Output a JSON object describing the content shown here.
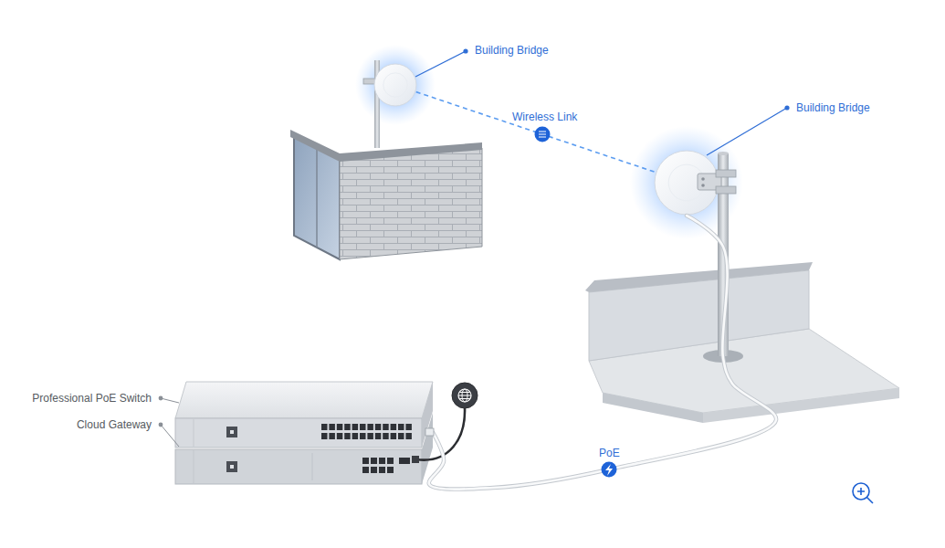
{
  "diagram": {
    "nodes": [
      {
        "text": [
          "Building Bridge"
        ]
      },
      {
        "text": [
          "Building Bridge"
        ]
      },
      {
        "text": [
          "Professional PoE Switch"
        ]
      },
      {
        "text": [
          "Cloud Gateway"
        ]
      }
    ],
    "edges": [
      {
        "from": 0,
        "to": 1,
        "arrow": "none",
        "label": "Wireless Link"
      },
      {
        "from": 2,
        "to": 1,
        "arrow": "none",
        "label": "PoE"
      }
    ]
  }
}
